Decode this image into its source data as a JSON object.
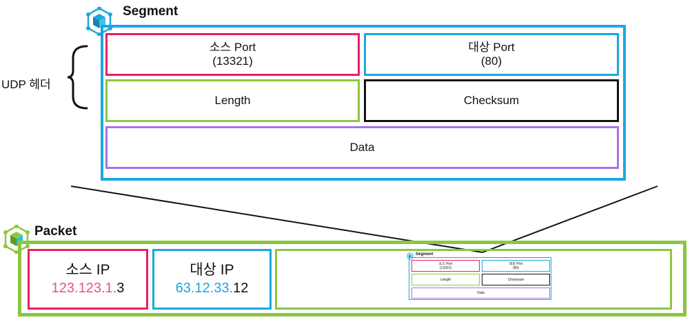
{
  "segment": {
    "title": "Segment",
    "src_port_label": "소스 Port",
    "src_port_value": "(13321)",
    "dst_port_label": "대상 Port",
    "dst_port_value": "(80)",
    "length_label": "Length",
    "checksum_label": "Checksum",
    "data_label": "Data"
  },
  "udp_header_label": "UDP 헤더",
  "packet": {
    "title": "Packet",
    "src_ip_label": "소스 IP",
    "src_ip_prefix": "123.123.1.",
    "src_ip_last": "3",
    "dst_ip_label": "대상 IP",
    "dst_ip_prefix": "63.12.33.",
    "dst_ip_last": "12"
  },
  "colors": {
    "segment_border": "#1aa7e0",
    "packet_border": "#8cc63f",
    "src_border": "#e91e63",
    "dst_border": "#1aa7e0",
    "length_border": "#8cc63f",
    "checksum_border": "#111111",
    "data_border": "#a970e8",
    "src_ip_text": "#e8508a",
    "dst_ip_text": "#1aa7e0"
  },
  "icons": {
    "segment_icon": "cube-network-icon",
    "packet_icon": "cube-network-icon"
  }
}
